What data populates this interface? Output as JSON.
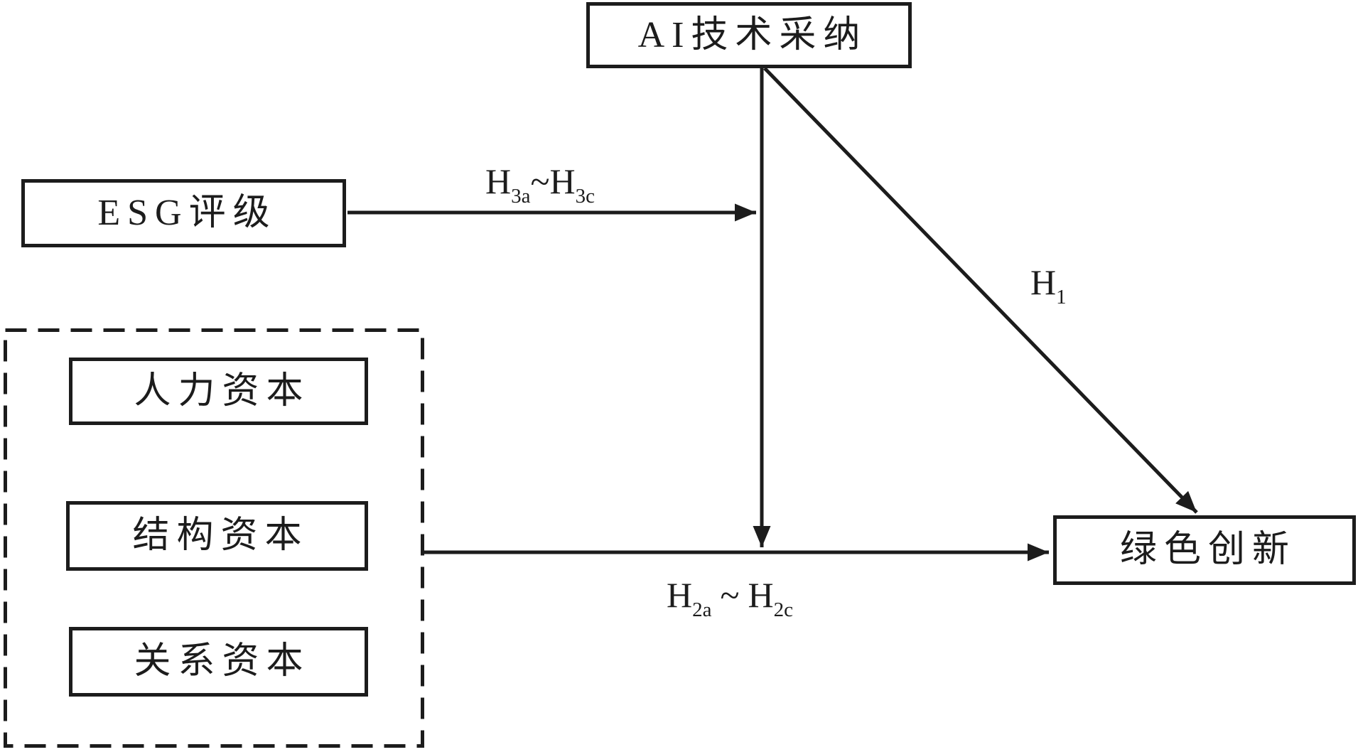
{
  "boxes": {
    "ai_adoption": {
      "label": "AI技术采纳"
    },
    "esg_rating": {
      "label": "ESG评级"
    },
    "green_innovation": {
      "label": "绿色创新"
    },
    "human_capital": {
      "label": "人力资本"
    },
    "structural_capital": {
      "label": "结构资本"
    },
    "relational_capital": {
      "label": "关系资本"
    }
  },
  "hypotheses": {
    "h3": {
      "base_a": "H",
      "sub_a": "3a",
      "tilde": "~",
      "base_b": "H",
      "sub_b": "3c"
    },
    "h2": {
      "base_a": "H",
      "sub_a": "2a",
      "tilde": "~",
      "base_b": "H",
      "sub_b": "2c"
    },
    "h1": {
      "base": "H",
      "sub": "1"
    }
  },
  "colors": {
    "line": "#1c1c1c",
    "background": "#ffffff"
  }
}
